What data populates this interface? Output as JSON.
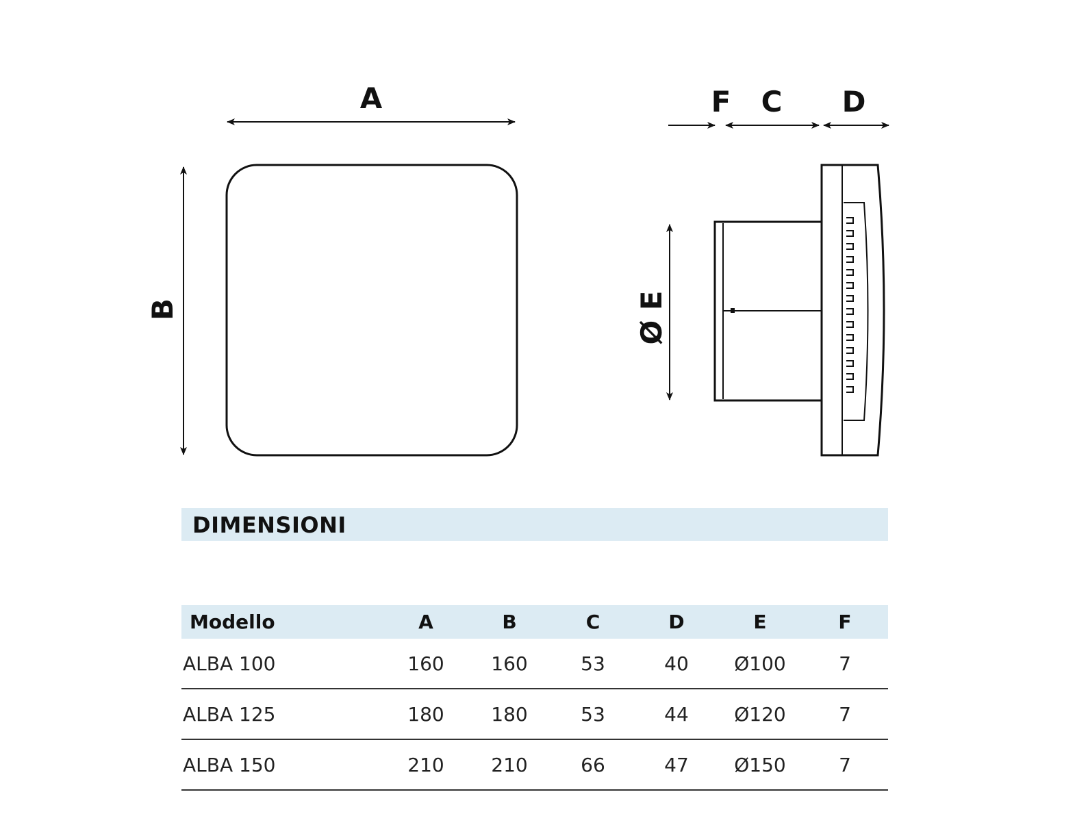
{
  "diagram": {
    "front_view": {
      "width_label": "A",
      "height_label": "B"
    },
    "side_view": {
      "labels": [
        "F",
        "C",
        "D"
      ],
      "diameter_label": "Ø E"
    }
  },
  "section_title": "DIMENSIONI",
  "table": {
    "headers": [
      "Modello",
      "A",
      "B",
      "C",
      "D",
      "E",
      "F"
    ],
    "rows": [
      [
        "ALBA 100",
        "160",
        "160",
        "53",
        "40",
        "Ø100",
        "7"
      ],
      [
        "ALBA 125",
        "180",
        "180",
        "53",
        "44",
        "Ø120",
        "7"
      ],
      [
        "ALBA 150",
        "210",
        "210",
        "66",
        "47",
        "Ø150",
        "7"
      ]
    ]
  }
}
